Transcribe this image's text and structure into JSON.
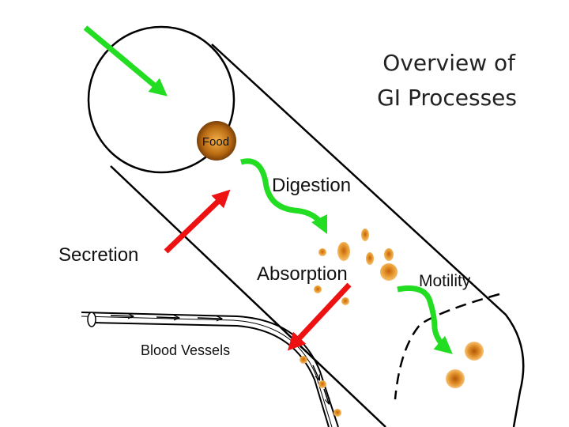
{
  "title": {
    "line1": "Overview of",
    "line2": "GI Processes"
  },
  "labels": {
    "food": "Food",
    "digestion": "Digestion",
    "secretion": "Secretion",
    "absorption": "Absorption",
    "motility": "Motility",
    "blood_vessels": "Blood Vessels"
  },
  "colors": {
    "green_arrow": "#22dd22",
    "red_arrow": "#ee1111",
    "particle_orange": "#e08a18",
    "outline": "#000000"
  }
}
